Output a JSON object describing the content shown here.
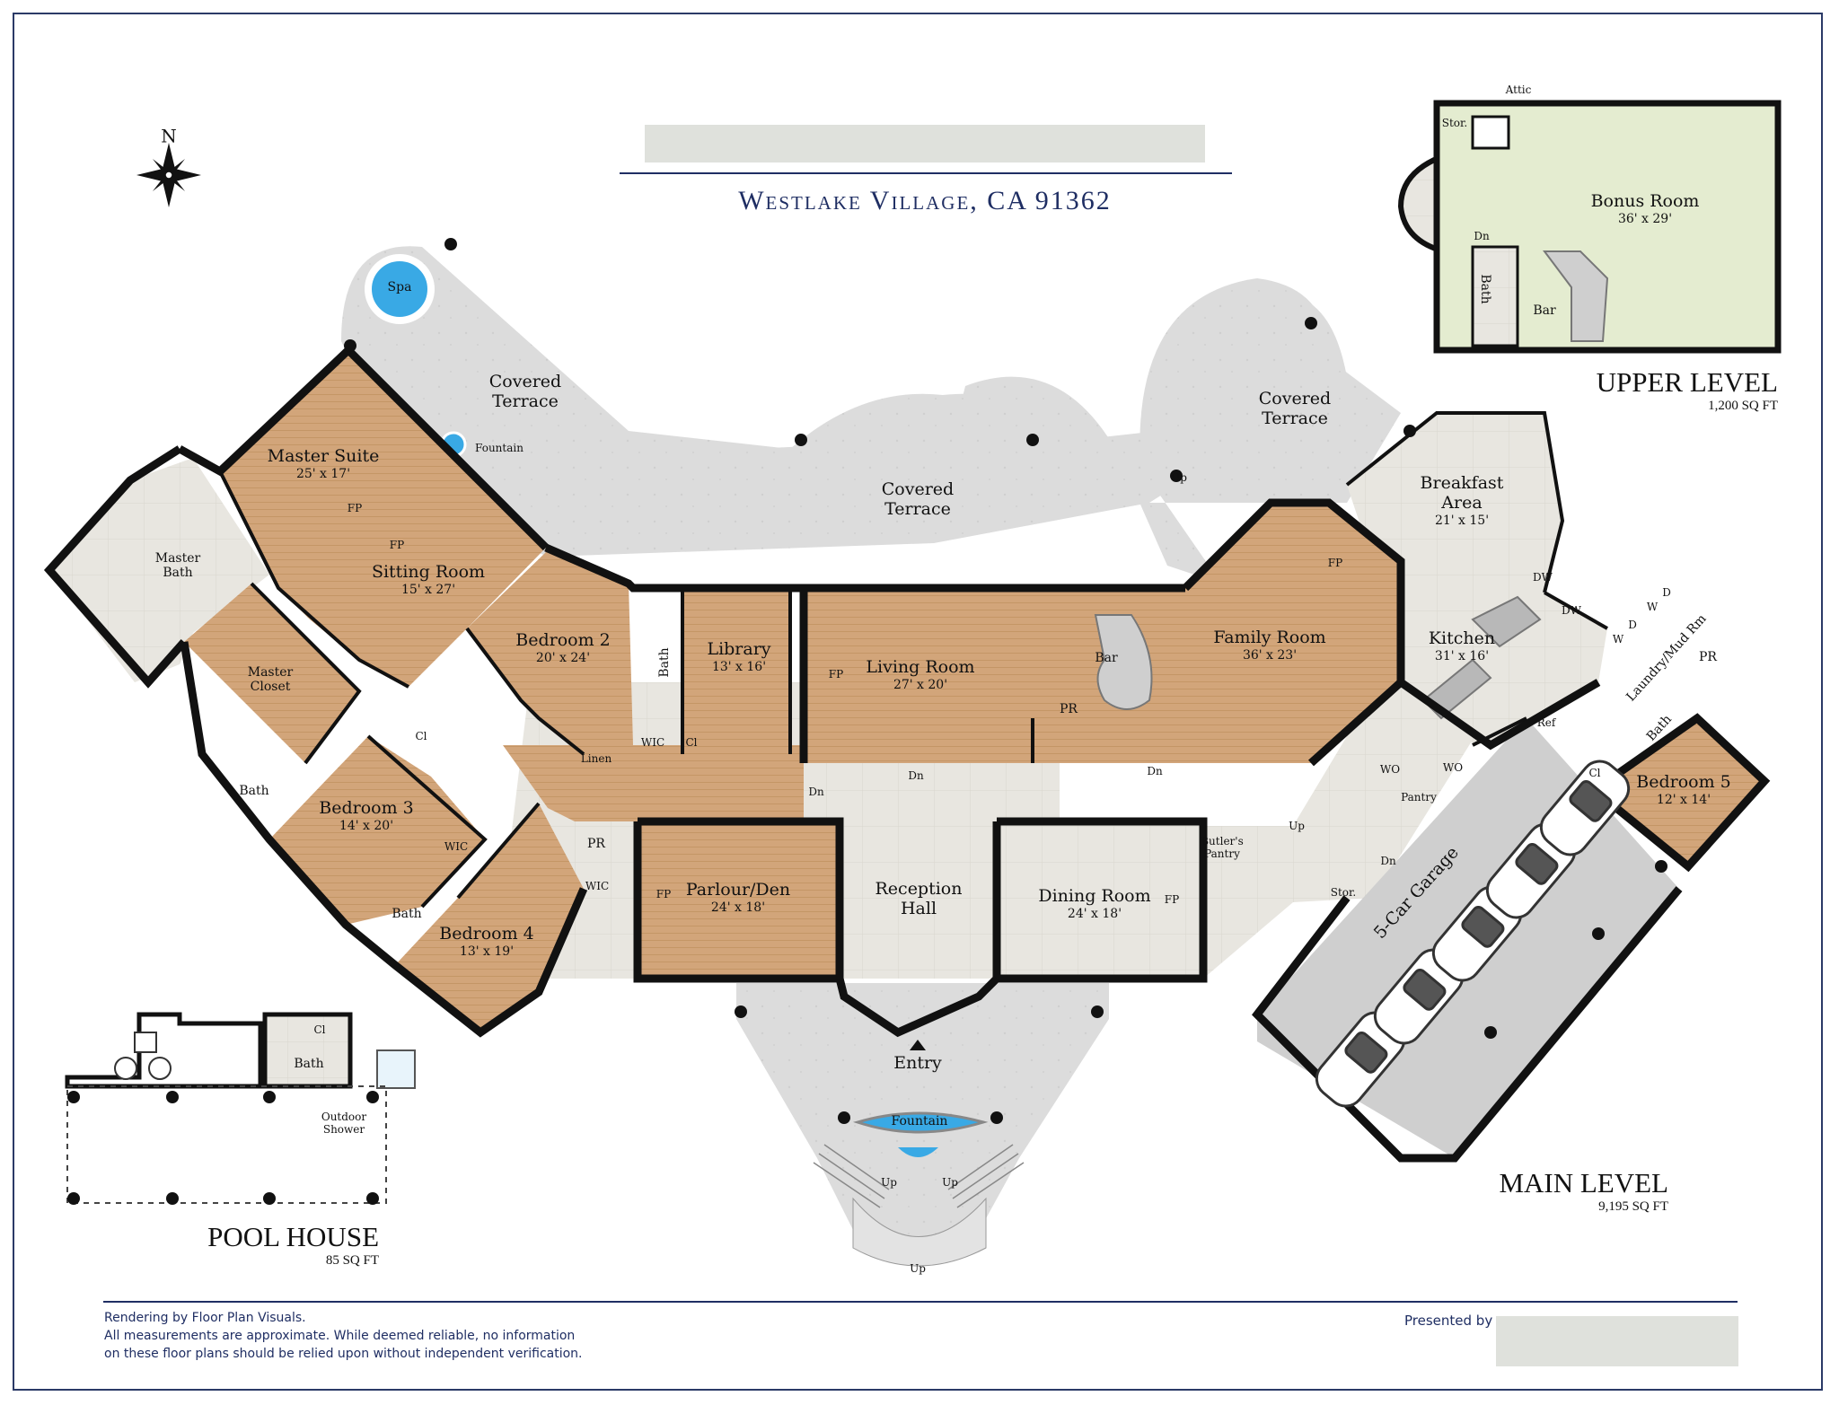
{
  "header": {
    "subtitle": "Westlake Village, CA 91362"
  },
  "compass": {
    "label": "N"
  },
  "levels": {
    "upper": {
      "title": "UPPER LEVEL",
      "area": "1,200 SQ FT"
    },
    "main": {
      "title": "MAIN LEVEL",
      "area": "9,195 SQ FT"
    },
    "pool": {
      "title": "POOL HOUSE",
      "area": "85 SQ FT"
    }
  },
  "rooms": {
    "master_suite": {
      "name": "Master Suite",
      "dim": "25' x 17'"
    },
    "sitting_room": {
      "name": "Sitting Room",
      "dim": "15' x 27'"
    },
    "master_bath": {
      "name": "Master Bath"
    },
    "master_closet": {
      "name": "Master Closet"
    },
    "bedroom2": {
      "name": "Bedroom 2",
      "dim": "20' x 24'"
    },
    "library": {
      "name": "Library",
      "dim": "13' x 16'"
    },
    "living_room": {
      "name": "Living Room",
      "dim": "27' x 20'"
    },
    "family_room": {
      "name": "Family Room",
      "dim": "36' x 23'"
    },
    "breakfast_area": {
      "name": "Breakfast Area",
      "dim": "21' x 15'"
    },
    "kitchen": {
      "name": "Kitchen",
      "dim": "31' x 16'"
    },
    "bedroom3": {
      "name": "Bedroom 3",
      "dim": "14' x 20'"
    },
    "bedroom4": {
      "name": "Bedroom 4",
      "dim": "13' x 19'"
    },
    "bedroom5": {
      "name": "Bedroom 5",
      "dim": "12' x 14'"
    },
    "parlour": {
      "name": "Parlour/Den",
      "dim": "24' x 18'"
    },
    "reception": {
      "name": "Reception Hall"
    },
    "dining_room": {
      "name": "Dining Room",
      "dim": "24' x 18'"
    },
    "garage": {
      "name": "5-Car Garage"
    },
    "bonus_room": {
      "name": "Bonus Room",
      "dim": "36' x 29'"
    }
  },
  "labels": {
    "covered_terrace": "Covered Terrace",
    "spa": "Spa",
    "fountain": "Fountain",
    "entry": "Entry",
    "bath": "Bath",
    "bar": "Bar",
    "pr": "PR",
    "wic": "WIC",
    "cl": "Cl",
    "fp": "FP",
    "linen": "Linen",
    "dn": "Dn",
    "up": "Up",
    "dw": "DW",
    "wo": "WO",
    "ref": "Ref",
    "pantry": "Pantry",
    "butlers_pantry": "Butler's Pantry",
    "stor": "Stor.",
    "attic": "Attic",
    "laundry": "Laundry/Mud Rm",
    "outdoor_shower": "Outdoor Shower",
    "w": "W",
    "d": "D"
  },
  "footer": {
    "credit_line1": "Rendering by Floor Plan Visuals.",
    "credit_line2": "All measurements are approximate. While deemed reliable, no information",
    "credit_line3": "on these floor plans should be relied upon without independent verification.",
    "presented_by": "Presented by"
  },
  "colors": {
    "wood": "#d2a57a",
    "terrace": "#dcdcdc",
    "tile": "#e8e6e0",
    "bonus": "#e4ecd0",
    "wall": "#111111",
    "accent": "#1f2e63",
    "water": "#39a9e5"
  }
}
